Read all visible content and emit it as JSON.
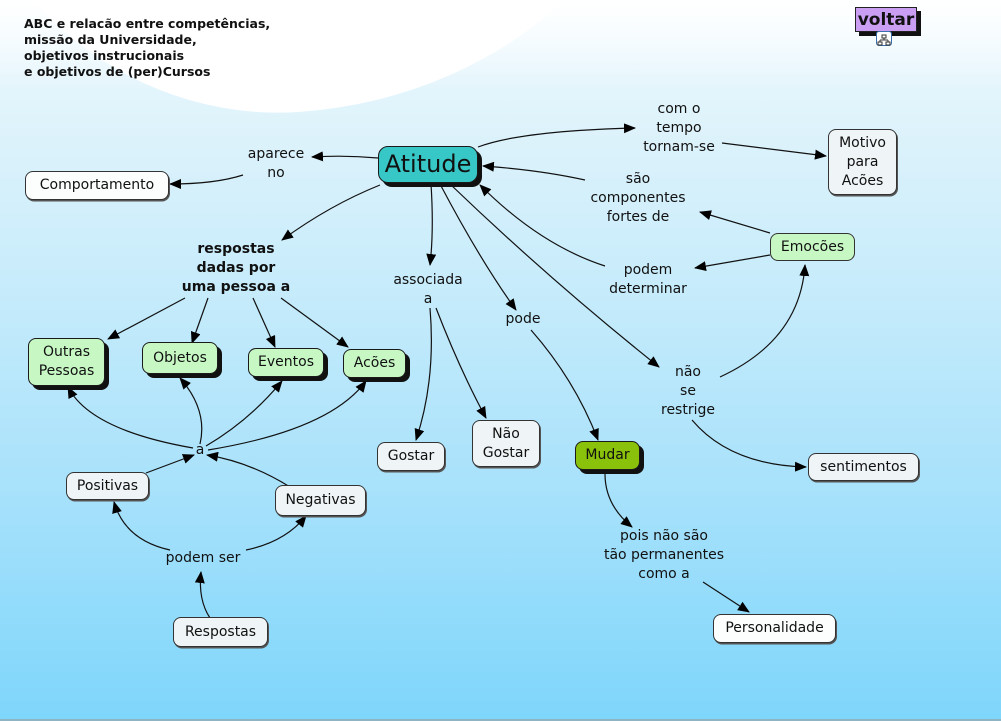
{
  "title": "ABC e relacão entre competências,\nmissão da Universidade,\nobjetivos instrucionais\ne objetivos de (per)Cursos",
  "voltar_button": {
    "label": "voltar",
    "icon": "concept-map-link-icon"
  },
  "colors": {
    "central_concept": "#37c7c7",
    "target_concept": "#c7f8c4",
    "change_concept": "#8ac10a",
    "plain_concept": "#fcfefe",
    "voltar_button": "#c99ef3"
  },
  "concepts": {
    "atitude": "Atitude",
    "comportamento": "Comportamento",
    "motivo": "Motivo\npara\nAcões",
    "emocoes": "Emocões",
    "outras_pessoas": "Outras\nPessoas",
    "objetos": "Objetos",
    "eventos": "Eventos",
    "acoes": "Acões",
    "gostar": "Gostar",
    "nao_gostar": "Não\nGostar",
    "mudar": "Mudar",
    "sentimentos": "sentimentos",
    "positivas": "Positivas",
    "negativas": "Negativas",
    "respostas": "Respostas",
    "personalidade": "Personalidade"
  },
  "linking_phrases": {
    "aparece_no": "aparece\nno",
    "com_o_tempo": "com o\ntempo\ntornam-se",
    "sao_componentes": "são\ncomponentes\nfortes de",
    "podem_determinar": "podem\ndeterminar",
    "respostas_dadas": "respostas\ndadas por\numa pessoa a",
    "associada_a": "associada\na",
    "pode": "pode",
    "nao_se_restrige": "não\nse\nrestrige",
    "a": "a",
    "podem_ser": "podem ser",
    "pois_nao_sao": "pois não são\ntão permanentes\ncomo a"
  },
  "connections": [
    [
      "Atitude",
      "aparece no",
      "Comportamento"
    ],
    [
      "Atitude",
      "com o tempo tornam-se",
      "Motivo para Acões"
    ],
    [
      "Emocões",
      "são componentes fortes de",
      "Atitude"
    ],
    [
      "Emocões",
      "podem determinar",
      "Atitude"
    ],
    [
      "Atitude",
      "respostas dadas por uma pessoa a",
      "Outras Pessoas / Objetos / Eventos / Acões"
    ],
    [
      "Atitude",
      "associada a",
      "Gostar / Não Gostar"
    ],
    [
      "Atitude",
      "pode",
      "Mudar"
    ],
    [
      "Atitude",
      "não se restrige",
      "sentimentos / Emocões"
    ],
    [
      "Respostas",
      "podem ser",
      "Positivas / Negativas"
    ],
    [
      "Positivas / Negativas",
      "a",
      "Outras Pessoas / Objetos / Eventos / Acões"
    ],
    [
      "Mudar",
      "pois não são tão permanentes como a",
      "Personalidade"
    ]
  ]
}
